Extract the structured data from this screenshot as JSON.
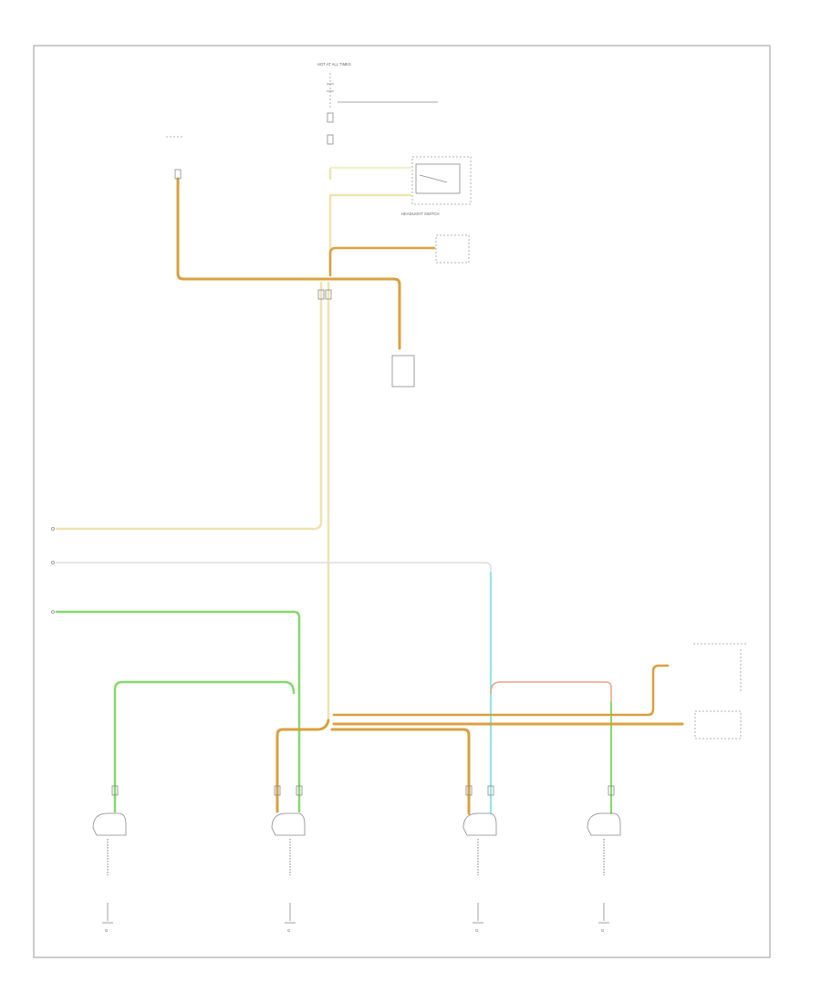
{
  "colors": {
    "frame": "#999999",
    "wire_tan_orange": "#d9a040",
    "wire_light_yellow": "#eee4b0",
    "wire_light_green": "#86d86a",
    "wire_light_blue": "#8ee6ea",
    "wire_red_orange": "#f0a08a",
    "wire_light_gray": "#dddddd",
    "component": "#888888"
  },
  "labels": {
    "fuse_block": "HOT AT ALL TIMES",
    "fuse_block_sub": "",
    "headlight_switch": "HEADLIGHT SWITCH",
    "central_module": "",
    "rear_module": "",
    "splice_top": "",
    "left_rear_lamp": "",
    "left_front_lamp": "",
    "right_front_lamp": "",
    "right_rear_lamp": "",
    "trailer_connector": "",
    "ground_lr": "G",
    "ground_lf": "G",
    "ground_rf": "G",
    "ground_rr": "G",
    "page_ref": ""
  },
  "icons": {
    "ground": "ground-symbol-icon",
    "lamp": "lamp-bulb-icon",
    "connector": "connector-pins-icon"
  }
}
